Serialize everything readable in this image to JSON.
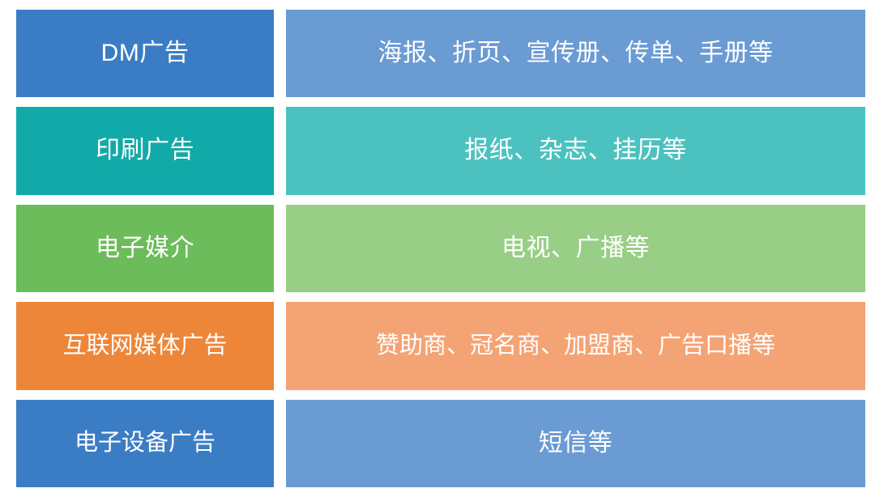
{
  "diagram": {
    "type": "two-column-category-table",
    "background_color": "#ffffff",
    "text_color": "#ffffff",
    "columns": [
      "category",
      "examples"
    ],
    "rows": [
      {
        "category": "DM广告",
        "examples": "海报、折页、宣传册、传单、手册等",
        "category_color": "#3B7DC4",
        "examples_color": "#6A9BD3"
      },
      {
        "category": "印刷广告",
        "examples": "报纸、杂志、挂历等",
        "category_color": "#12AAA8",
        "examples_color": "#4CC2C0"
      },
      {
        "category": "电子媒介",
        "examples": "电视、广播等",
        "category_color": "#6CBC5B",
        "examples_color": "#98CE86"
      },
      {
        "category": "互联网媒体广告",
        "examples": "赞助商、冠名商、加盟商、广告口播等",
        "category_color": "#EE8639",
        "examples_color": "#F4A374"
      },
      {
        "category": "电子设备广告",
        "examples": "短信等",
        "category_color": "#3B7DC4",
        "examples_color": "#6A9BD3"
      }
    ]
  }
}
